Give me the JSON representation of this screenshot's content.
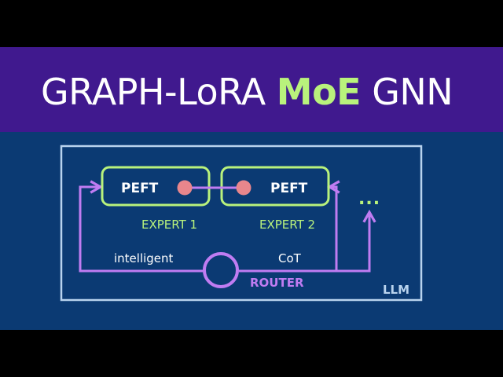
{
  "title": {
    "part1": "GRAPH-LoRA ",
    "highlight": "MoE",
    "part2": " GNN"
  },
  "diagram": {
    "expert1": {
      "box_label": "PEFT",
      "caption": "EXPERT 1"
    },
    "expert2": {
      "box_label": "PEFT",
      "caption": "EXPERT 2"
    },
    "ellipsis": "...",
    "left_path_label": "intelligent",
    "right_path_label": "CoT",
    "router_label": "ROUTER",
    "container_label": "LLM"
  },
  "colors": {
    "background": "#000000",
    "title_band": "#40198e",
    "diagram_band": "#0b3a73",
    "accent_green": "#b9f27c",
    "router_purple": "#c07cf2",
    "node_pink": "#e8868c",
    "frame_light_blue": "#b9d3ee"
  }
}
